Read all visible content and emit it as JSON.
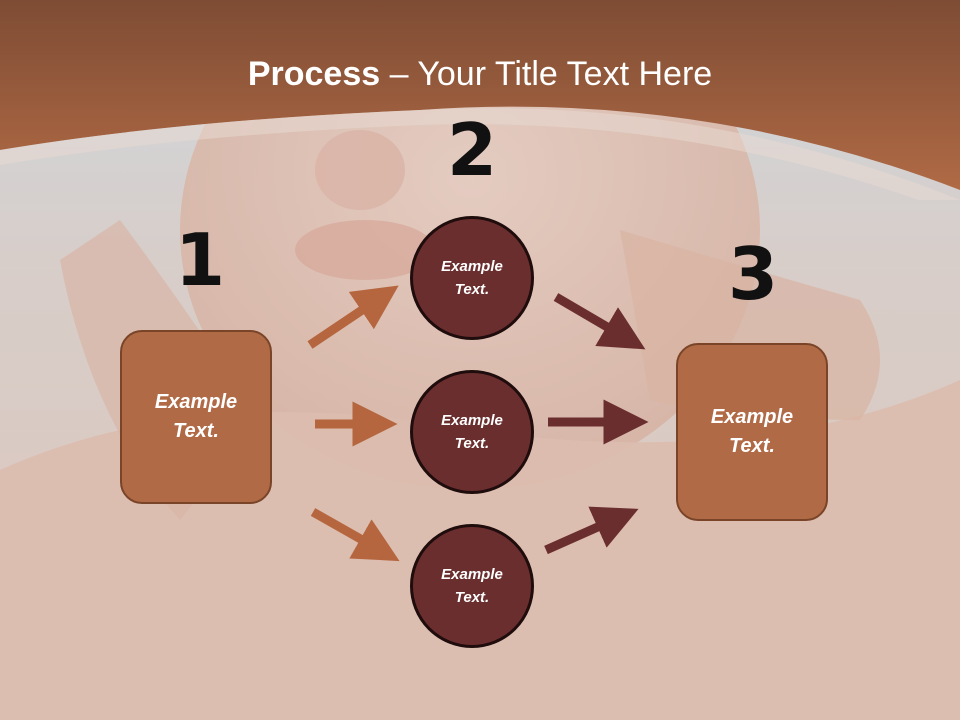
{
  "title": {
    "bold": "Process",
    "rest": " – Your Title Text Here"
  },
  "steps": [
    "1",
    "2",
    "3"
  ],
  "input_box": {
    "line1": "Example",
    "line2": "Text."
  },
  "circles": [
    {
      "line1": "Example",
      "line2": "Text."
    },
    {
      "line1": "Example",
      "line2": "Text."
    },
    {
      "line1": "Example",
      "line2": "Text."
    }
  ],
  "output_box": {
    "line1": "Example",
    "line2": "Text."
  },
  "colors": {
    "banner": "#a9623c",
    "box": "#b06a45",
    "circle": "#6b2e2e",
    "arrow_light": "#b5663f",
    "arrow_dark": "#6b2e2e"
  }
}
